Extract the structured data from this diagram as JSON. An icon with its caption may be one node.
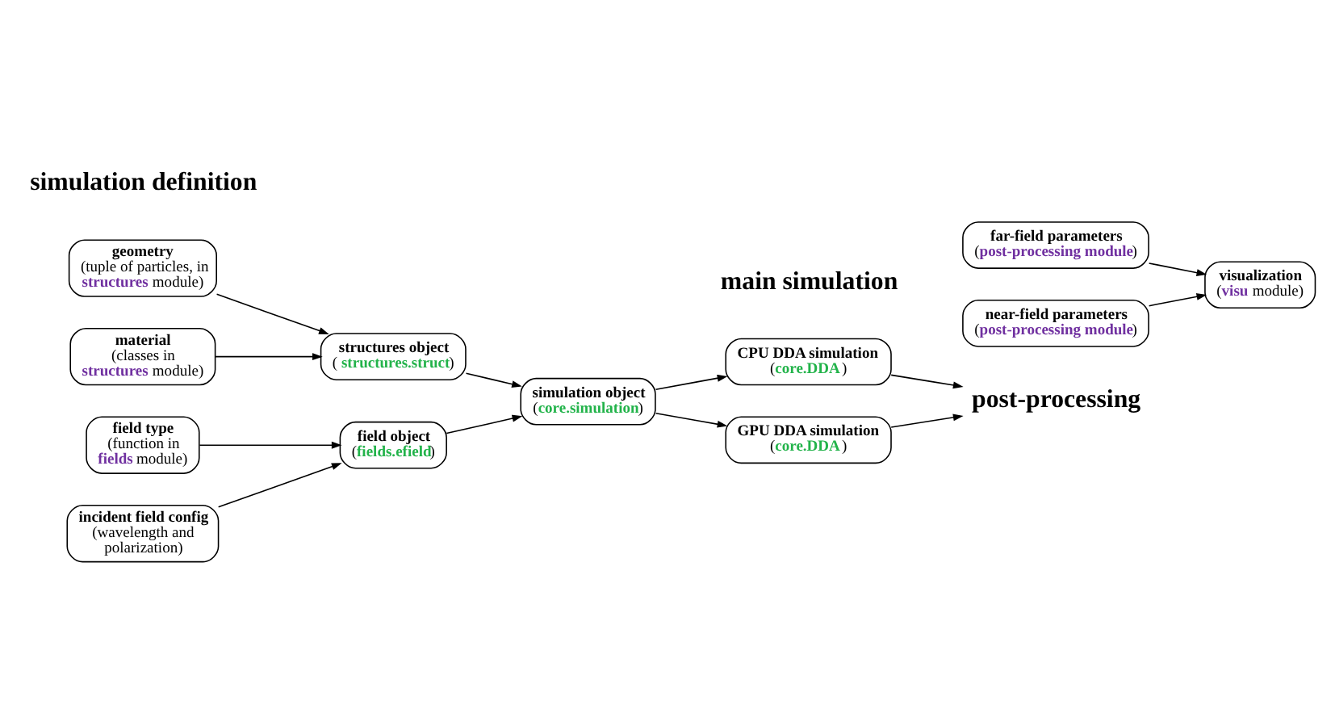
{
  "diagram": {
    "nodes": [
      {
        "text": [
          "geometry",
          "(tuple of particles, in **structures** module)"
        ]
      },
      {
        "text": [
          "material",
          "(classes in **structures** module)"
        ]
      },
      {
        "text": [
          "structures object",
          "( **structures.struct**)"
        ]
      },
      {
        "text": [
          "field type",
          "(function in **fields** module)"
        ]
      },
      {
        "text": [
          "incident field config",
          "(wavelength and polarization)"
        ]
      },
      {
        "text": [
          "field object",
          "(**fields.efield**)"
        ]
      },
      {
        "text": [
          "simulation object",
          "(**core.simulation**)"
        ]
      },
      {
        "text": [
          "CPU DDA simulation",
          "(**core.DDA**)"
        ]
      },
      {
        "text": [
          "GPU DDA simulation",
          "(**core.DDA**)"
        ]
      },
      {
        "text": [
          "post-processing"
        ]
      },
      {
        "text": [
          "far-field parameters",
          "(**post-processing module**)"
        ]
      },
      {
        "text": [
          "near-field parameters",
          "(**post-processing module**)"
        ]
      },
      {
        "text": [
          "visualization",
          "(**visu** module)"
        ]
      }
    ],
    "edges": [
      {
        "from": 0,
        "to": 2,
        "arrow": "to"
      },
      {
        "from": 1,
        "to": 2,
        "arrow": "to"
      },
      {
        "from": 2,
        "to": 6,
        "arrow": "to"
      },
      {
        "from": 3,
        "to": 5,
        "arrow": "to"
      },
      {
        "from": 4,
        "to": 5,
        "arrow": "to"
      },
      {
        "from": 5,
        "to": 6,
        "arrow": "to"
      },
      {
        "from": 6,
        "to": 7,
        "arrow": "to"
      },
      {
        "from": 6,
        "to": 8,
        "arrow": "to"
      },
      {
        "from": 7,
        "to": 9,
        "arrow": "to"
      },
      {
        "from": 8,
        "to": 9,
        "arrow": "to"
      },
      {
        "from": 10,
        "to": 12,
        "arrow": "to"
      },
      {
        "from": 11,
        "to": 12,
        "arrow": "to"
      }
    ],
    "labels": [
      "simulation definition",
      "main simulation"
    ]
  }
}
